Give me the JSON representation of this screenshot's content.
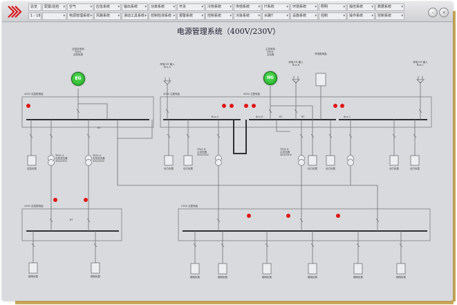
{
  "window": {
    "logo": "logo-icon",
    "title": "电源管理系统（400V/230V）",
    "controls": [
      "minimize-icon",
      "close-icon"
    ]
  },
  "menu": {
    "row1": [
      "总览",
      "配置/巡检",
      "空气",
      "应急系统",
      "输出系统",
      "功率系统",
      "开关",
      "冷热系统",
      "传感系统",
      "IT系统",
      "环境系统",
      "照明",
      "操控系统",
      "数据系统"
    ],
    "row2": [
      "1 - 18",
      "",
      "电源管理系统",
      "风路系统",
      "滑动工具系统",
      "控制检测系统",
      "报警系统",
      "控制系统",
      "污染系统",
      "水路T",
      "设施系统",
      "控制",
      "操作系统",
      "控制系统"
    ]
  },
  "sources": {
    "eg": "EG",
    "hg": "HG",
    "eg_caption": [
      "应急发电机",
      "60Hz",
      "应急电源"
    ],
    "hg_caption": [
      "主发电机",
      "60Hz",
      "主电源"
    ],
    "feeder_a": [
      "岸电/CR 输入",
      "Bus A"
    ],
    "feeder_b": [
      "岸电/CR 输入",
      "Bus B"
    ],
    "feeder_c": [
      "岸电/CR 输入",
      "Bus C"
    ],
    "panel": "岸电配电板"
  },
  "boards": {
    "emergency_400": "400V 应急配电板",
    "main_400_left": "400V 主配电板",
    "main_400_right": "400V 主配电板",
    "emergency_230": "230V 应急配电板",
    "main_230": "230V 主配电板"
  },
  "bus": {
    "em": "BT",
    "bus_a": "Bus A",
    "bus_b": "Bus B",
    "bus_c": "Bus C",
    "link1": "BT",
    "link2": "BT",
    "em230": "BT"
  },
  "transformers": {
    "t1": [
      "TR01 A",
      "应急变压器",
      "400/230V"
    ],
    "t2": [
      "TR02 A",
      "应急变压器",
      "400/230V"
    ],
    "t3": [
      "TR01 B",
      "主变压器",
      "400/230V"
    ],
    "t4": [
      "TR02 B",
      "主变压器",
      "400/230V"
    ]
  },
  "loads": {
    "em400": [
      "应急负载"
    ],
    "main_left": [
      "动力负载",
      "动力负载"
    ],
    "main_right": [
      "动力负载",
      "动力负载",
      "动力负载",
      "动力负载"
    ],
    "em230": [
      "照明负载",
      "照明负载"
    ],
    "main230": [
      "照明负载",
      "照明负载",
      "照明负载",
      "照明负载",
      "照明负载",
      "照明负载"
    ]
  },
  "colors": {
    "breaker_closed": "#e01616",
    "generator_running": "#22b526",
    "line": "#6d6f74",
    "bus": "#2c2e33",
    "frame_accent": "#c9a85a"
  }
}
